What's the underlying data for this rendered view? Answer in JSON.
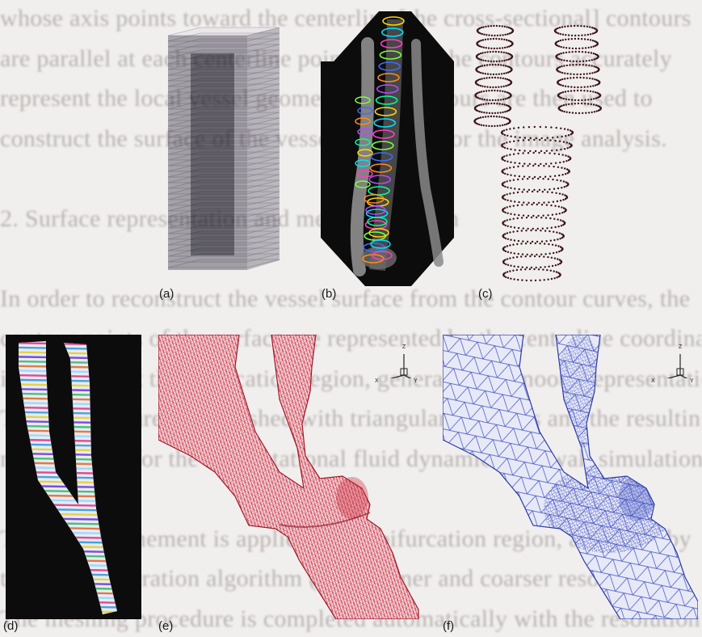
{
  "background_text": [
    "whose axis points toward the centerline [the cross-sectional] contours",
    "are parallel at each centerline point, making the contours accurately",
    "represent the local vessel geometry. The contours are then used to",
    "construct the surface of the vessel geometry for the image analysis.",
    "",
    "2.  Surface representation and mesh generation",
    "",
    "In order to reconstruct the vessel surface from the contour curves, the",
    "contour points of the surface are represented by the centerline coordinates, and",
    "interpolated at the bifurcation region, generating a smooth representation.",
    "The surfaces are then meshed with triangular elements and the resulting",
    "mesh is used for the computational fluid dynamics and wall simulation.",
    "",
    "The local refinement is applied to the bifurcation region, as shown by",
    "the mesh generation algorithm (with a finer and coarser resolution).",
    "The meshing procedure is completed automatically with the resolution"
  ],
  "panels": [
    {
      "id": "a",
      "label": "(a)",
      "content": "image-stack-volume"
    },
    {
      "id": "b",
      "label": "(b)",
      "content": "segmented-contours-on-volume-rendering"
    },
    {
      "id": "c",
      "label": "(c)",
      "content": "contour-point-clouds"
    },
    {
      "id": "d",
      "label": "(d)",
      "content": "lofted-surface-with-contours"
    },
    {
      "id": "e",
      "label": "(e)",
      "content": "fine-surface-mesh"
    },
    {
      "id": "f",
      "label": "(f)",
      "content": "adaptive-surface-mesh"
    }
  ],
  "axis_triad": {
    "z": "Z",
    "x": "X",
    "y": "Y"
  },
  "colors": {
    "background": "#f1efee",
    "stack_slice": "#8d86a6",
    "mesh_red": "#c8283a",
    "mesh_blue": "#3b4cc0",
    "contour_points": "#3a1218",
    "panel_dark": "#111111"
  }
}
